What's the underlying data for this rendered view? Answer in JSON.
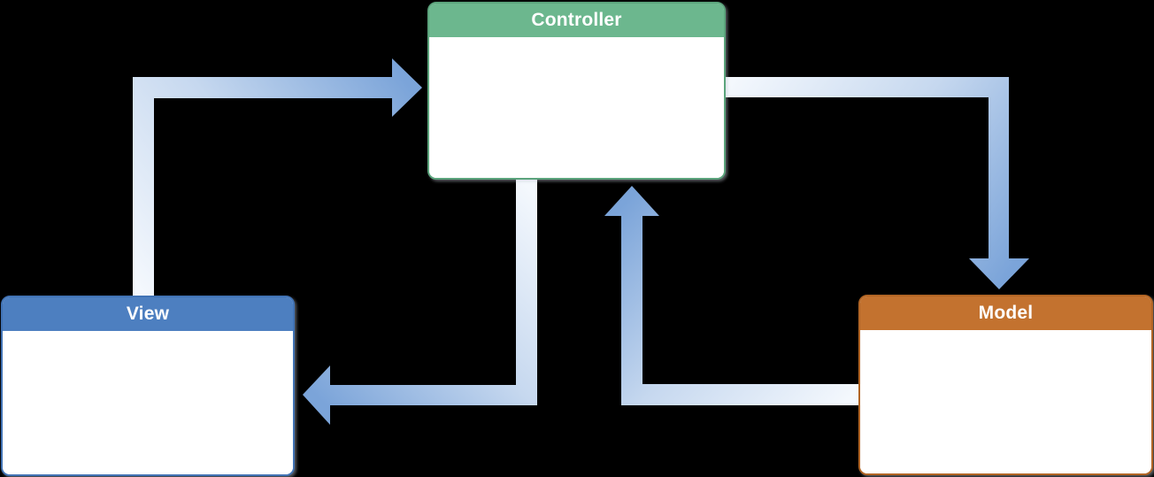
{
  "background_color": "#000000",
  "nodes": [
    {
      "id": "controller",
      "label": "Controller",
      "header_color": "#6CB78E",
      "border_color": "#5BA47C"
    },
    {
      "id": "view",
      "label": "View",
      "header_color": "#4D7FC0",
      "border_color": "#4173B5"
    },
    {
      "id": "model",
      "label": "Model",
      "header_color": "#C3722F",
      "border_color": "#B26524"
    }
  ],
  "arrows": [
    {
      "id": "view-to-controller",
      "from": "View",
      "to": "Controller",
      "direction": "up-then-right"
    },
    {
      "id": "controller-to-model",
      "from": "Controller",
      "to": "Model",
      "direction": "right-then-down"
    },
    {
      "id": "controller-to-view",
      "from": "Controller",
      "to": "View",
      "direction": "down-then-left"
    },
    {
      "id": "model-to-controller",
      "from": "Model",
      "to": "Controller",
      "direction": "left-then-up"
    }
  ],
  "arrow_colors": {
    "tail": "#F4F8FD",
    "mid": "#C6D8EF",
    "head": "#7BA4D9"
  }
}
